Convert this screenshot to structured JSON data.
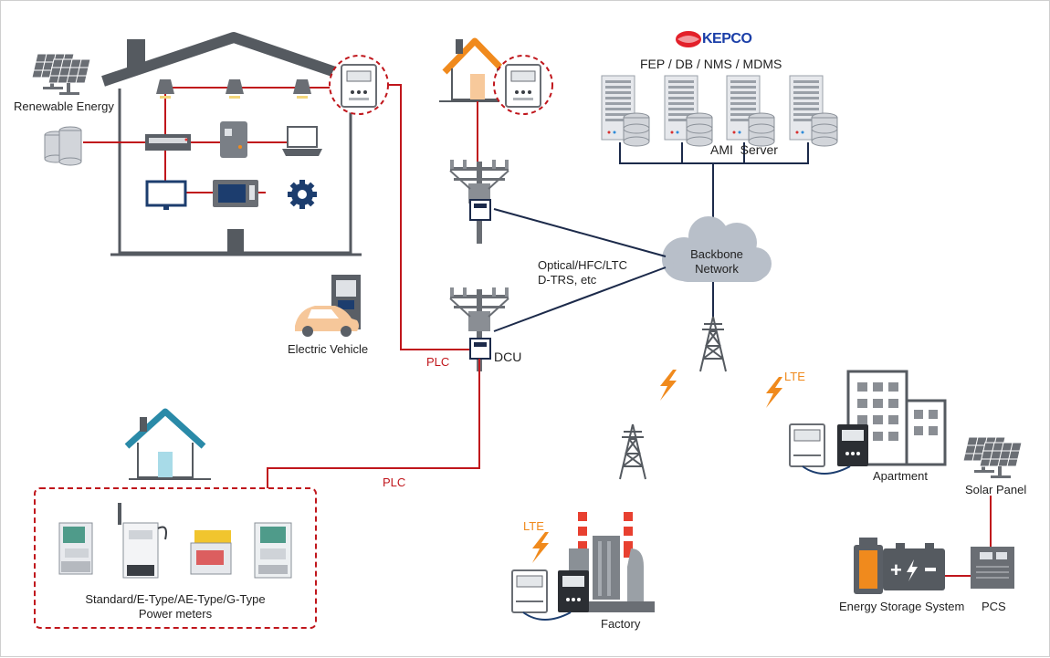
{
  "logo": {
    "text": "KEPCO"
  },
  "server": {
    "label": "FEP / DB / NMS / MDMS",
    "title": "AMI  Server"
  },
  "cloud": {
    "line1": "Backbone",
    "line2": "Network"
  },
  "links": {
    "optical_line1": "Optical/HFC/LTC",
    "optical_line2": "D-TRS, etc",
    "plc_top": "PLC",
    "plc_bottom": "PLC"
  },
  "dcu": {
    "label": "DCU"
  },
  "home": {
    "renewable": "Renewable Energy",
    "ev": "Electric Vehicle"
  },
  "meters": {
    "line1": "Standard/E-Type/AE-Type/G-Type",
    "line2": "Power meters"
  },
  "lte": {
    "apartment": "LTE",
    "factory": "LTE"
  },
  "sites": {
    "apartment": "Apartment",
    "solar": "Solar Panel",
    "factory": "Factory",
    "ess": "Energy Storage System",
    "pcs": "PCS"
  },
  "colors": {
    "plc_red": "#c0161c",
    "line_navy": "#1c2a4a",
    "lte_orange": "#f08a1d",
    "gray": "#555a60",
    "cloud": "#b8bfc9"
  }
}
